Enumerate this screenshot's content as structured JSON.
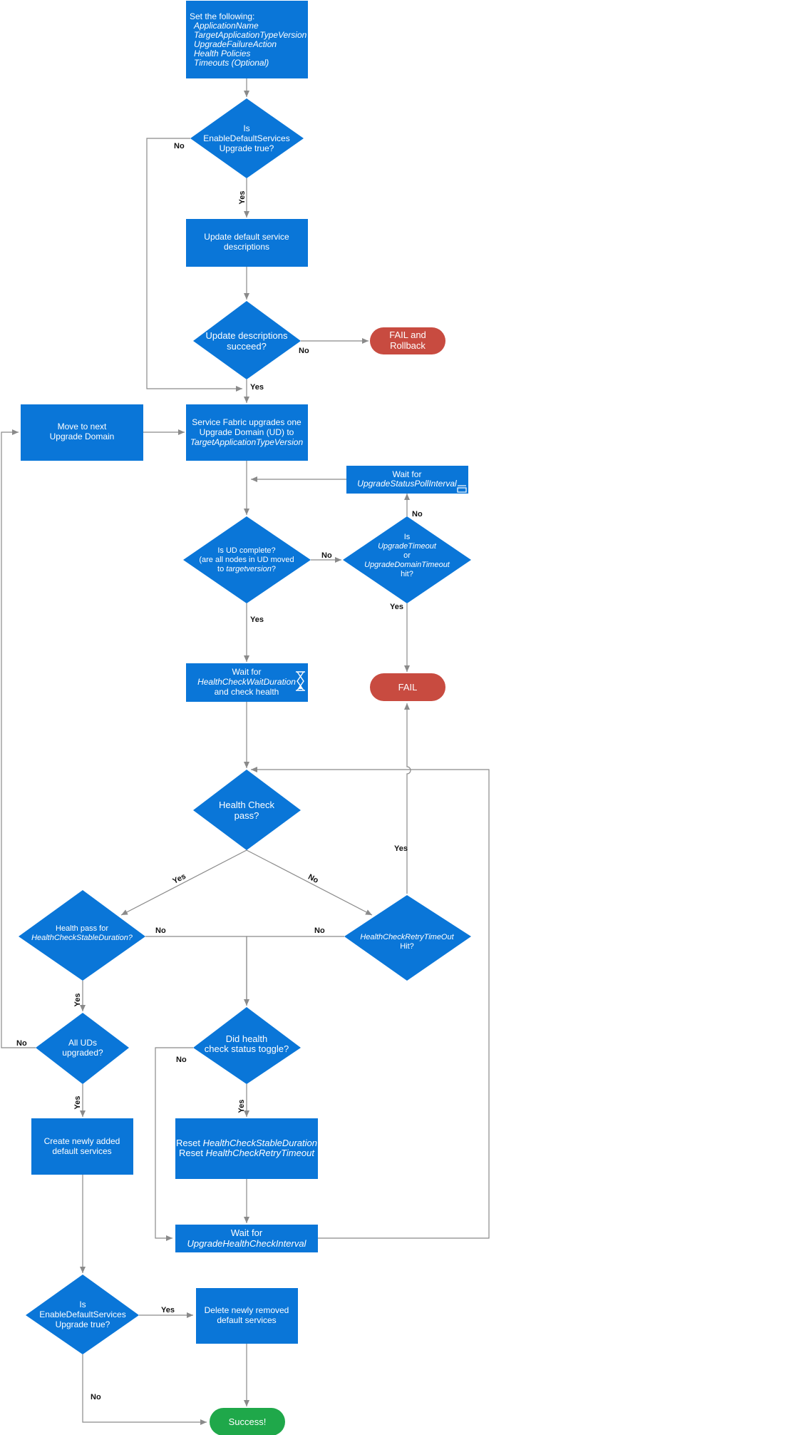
{
  "start": {
    "heading": "Set the following:",
    "items": [
      "ApplicationName",
      "TargetApplicationTypeVersion",
      "UpgradeFailureAction",
      "Health Policies",
      "Timeouts (Optional)"
    ]
  },
  "d_default1": {
    "l1": "Is",
    "l2": "EnableDefaultServices",
    "l3": "Upgrade true?"
  },
  "update_desc": {
    "l1": "Update default service",
    "l2": "descriptions"
  },
  "d_update": {
    "l1": "Update descriptions",
    "l2": "succeed?"
  },
  "fail_rollback": {
    "l1": "FAIL and",
    "l2": "Rollback"
  },
  "move_next": {
    "l1": "Move to next",
    "l2": "Upgrade Domain"
  },
  "sf_upgrade": {
    "l1": "Service Fabric upgrades one",
    "l2": "Upgrade Domain (UD) to",
    "l3": "TargetApplicationTypeVersion"
  },
  "wait_poll": {
    "l1": "Wait for",
    "l2": "UpgradeStatusPollInterval"
  },
  "d_ud": {
    "l1": "Is UD complete?",
    "l2": "(are all nodes in UD moved",
    "l3": "to ",
    "l3i": "targetversion",
    "l3e": "?"
  },
  "d_timeout": {
    "l1": "Is",
    "l2": "UpgradeTimeout",
    "l3": "or",
    "l4": "UpgradeDomainTimeout",
    "l5": "hit?"
  },
  "wait_health": {
    "l1": "Wait for",
    "l2": "HealthCheckWaitDuration",
    "l3": "and check health"
  },
  "fail": {
    "l1": "FAIL"
  },
  "d_health": {
    "l1": "Health Check",
    "l2": "pass?"
  },
  "d_stable": {
    "l1": "Health pass for",
    "l2": "HealthCheckStableDuration?"
  },
  "d_retry": {
    "l1": "HealthCheckRetryTimeOut",
    "l2": "Hit?"
  },
  "d_allud": {
    "l1": "All UDs",
    "l2": "upgraded?"
  },
  "d_toggle": {
    "l1": "Did health",
    "l2": "check status toggle?"
  },
  "create_new": {
    "l1": "Create newly added",
    "l2": "default services"
  },
  "reset": {
    "p1": "Reset ",
    "i1": "HealthCheckStableDuration",
    "p2": "Reset ",
    "i2": "HealthCheckRetryTimeout"
  },
  "wait_interval": {
    "l1": "Wait for",
    "l2": "UpgradeHealthCheckInterval"
  },
  "d_default2": {
    "l1": "Is",
    "l2": "EnableDefaultServices",
    "l3": "Upgrade true?"
  },
  "delete_removed": {
    "l1": "Delete newly removed",
    "l2": "default services"
  },
  "success": {
    "l1": "Success!"
  },
  "labels": {
    "yes": "Yes",
    "no": "No"
  },
  "colors": {
    "process": "#0a76d8",
    "fail": "#c84b40",
    "success": "#1fa84a",
    "connector": "#8a8a8a"
  },
  "icons": [
    "hourglass-icon",
    "queue-icon"
  ]
}
